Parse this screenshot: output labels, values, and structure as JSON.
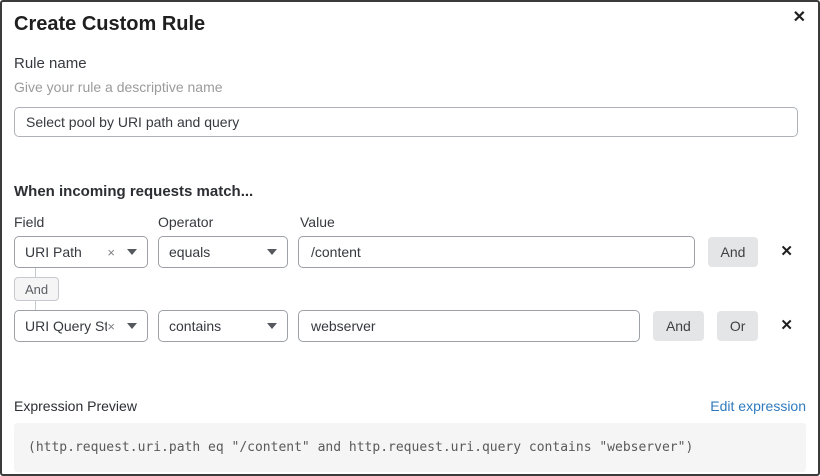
{
  "dialog": {
    "title": "Create Custom Rule",
    "close_glyph": "✕"
  },
  "rule_name": {
    "label": "Rule name",
    "helper": "Give your rule a descriptive name",
    "value": "Select pool by URI path and query"
  },
  "match": {
    "heading": "When incoming requests match...",
    "columns": {
      "field": "Field",
      "operator": "Operator",
      "value": "Value"
    },
    "rows": [
      {
        "field": "URI Path",
        "operator": "equals",
        "value": "/content",
        "and_label": "And",
        "remove_glyph": "✕",
        "clear_glyph": "×"
      },
      {
        "field": "URI Query St...",
        "operator": "contains",
        "value": "webserver",
        "and_label": "And",
        "or_label": "Or",
        "remove_glyph": "✕",
        "clear_glyph": "×"
      }
    ],
    "connector": "And"
  },
  "expression": {
    "label": "Expression Preview",
    "edit_link": "Edit expression",
    "code": "(http.request.uri.path eq \"/content\" and http.request.uri.query contains \"webserver\")"
  },
  "colors": {
    "link": "#2f7bbf",
    "button_bg": "#e4e5e7",
    "code_bg": "#f5f5f6",
    "dialog_border": "#3b3b3b"
  }
}
